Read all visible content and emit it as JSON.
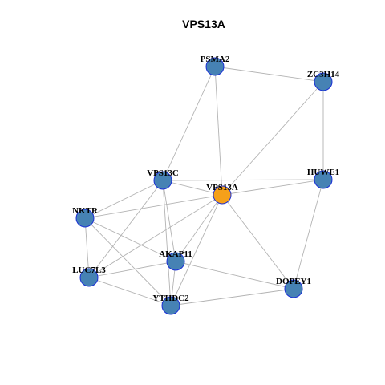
{
  "title": "VPS13A",
  "colors": {
    "center_node": "#F5A01A",
    "other_node": "#4682B4",
    "node_border": "#1A2FD6",
    "edge": "#B3B3B3"
  },
  "nodes": [
    {
      "id": "PSMA2",
      "label": "PSMA2",
      "center": false
    },
    {
      "id": "ZC3H14",
      "label": "ZC3H14",
      "center": false
    },
    {
      "id": "VPS13C",
      "label": "VPS13C",
      "center": false
    },
    {
      "id": "VPS13A",
      "label": "VPS13A",
      "center": true
    },
    {
      "id": "HUWE1",
      "label": "HUWE1",
      "center": false
    },
    {
      "id": "NKTR",
      "label": "NKTR",
      "center": false
    },
    {
      "id": "AKAP11",
      "label": "AKAP11",
      "center": false
    },
    {
      "id": "LUC7L3",
      "label": "LUC7L3",
      "center": false
    },
    {
      "id": "DOPEY1",
      "label": "DOPEY1",
      "center": false
    },
    {
      "id": "YTHDC2",
      "label": "YTHDC2",
      "center": false
    }
  ],
  "edges": [
    [
      "PSMA2",
      "ZC3H14"
    ],
    [
      "PSMA2",
      "VPS13C"
    ],
    [
      "PSMA2",
      "VPS13A"
    ],
    [
      "ZC3H14",
      "VPS13A"
    ],
    [
      "ZC3H14",
      "HUWE1"
    ],
    [
      "VPS13C",
      "HUWE1"
    ],
    [
      "VPS13C",
      "VPS13A"
    ],
    [
      "VPS13C",
      "NKTR"
    ],
    [
      "VPS13C",
      "AKAP11"
    ],
    [
      "VPS13C",
      "LUC7L3"
    ],
    [
      "VPS13C",
      "YTHDC2"
    ],
    [
      "VPS13A",
      "HUWE1"
    ],
    [
      "VPS13A",
      "NKTR"
    ],
    [
      "VPS13A",
      "AKAP11"
    ],
    [
      "VPS13A",
      "LUC7L3"
    ],
    [
      "VPS13A",
      "DOPEY1"
    ],
    [
      "VPS13A",
      "YTHDC2"
    ],
    [
      "HUWE1",
      "DOPEY1"
    ],
    [
      "NKTR",
      "AKAP11"
    ],
    [
      "NKTR",
      "LUC7L3"
    ],
    [
      "NKTR",
      "YTHDC2"
    ],
    [
      "AKAP11",
      "LUC7L3"
    ],
    [
      "AKAP11",
      "DOPEY1"
    ],
    [
      "AKAP11",
      "YTHDC2"
    ],
    [
      "LUC7L3",
      "YTHDC2"
    ],
    [
      "YTHDC2",
      "DOPEY1"
    ]
  ]
}
